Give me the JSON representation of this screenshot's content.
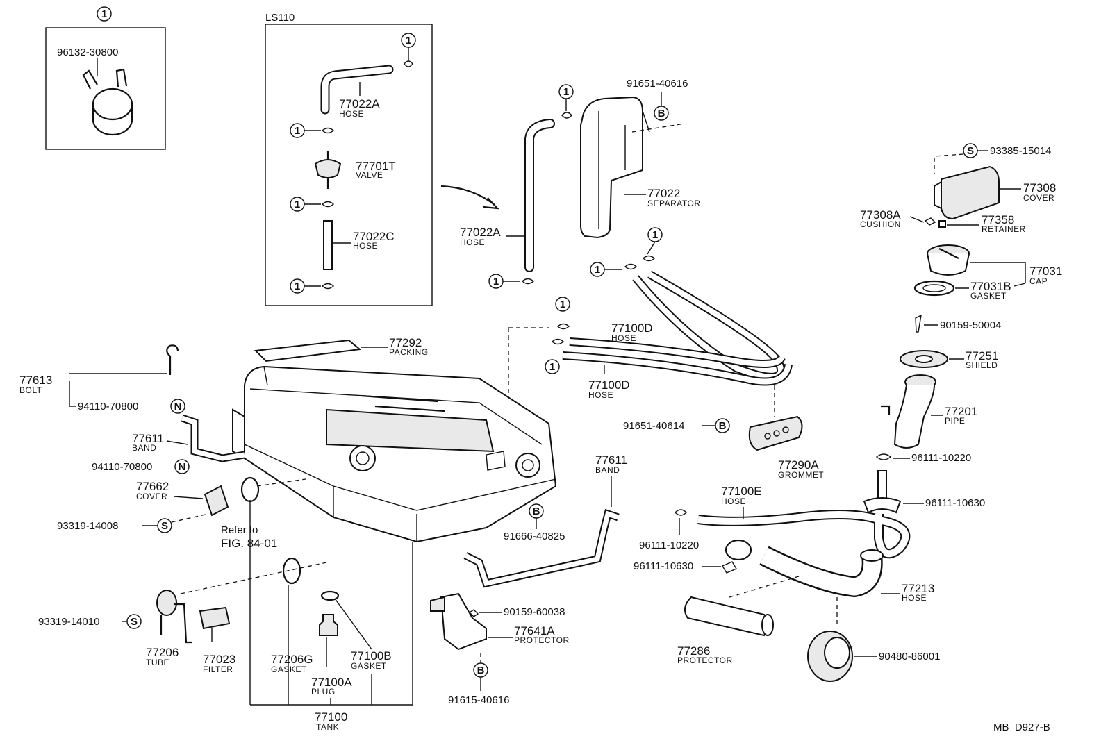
{
  "diagram": {
    "footer_code": "MB  D927-B",
    "inset_clamp": {
      "marker": "1",
      "part_no": "96132-30800"
    },
    "inset_ls110": {
      "title": "LS110",
      "hose_a": {
        "part_no": "77022A",
        "name": "HOSE"
      },
      "valve": {
        "part_no": "77701T",
        "name": "VALVE"
      },
      "hose_c": {
        "part_no": "77022C",
        "name": "HOSE"
      },
      "clamp_marker": "1"
    },
    "callouts": {
      "c91651_40616": "91651-40616",
      "separator": {
        "part_no": "77022",
        "name": "SEPARATOR"
      },
      "hose_77022a": {
        "part_no": "77022A",
        "name": "HOSE"
      },
      "c93385_15014": "93385-15014",
      "cover_77308": {
        "part_no": "77308",
        "name": "COVER"
      },
      "cushion": {
        "part_no": "77308A",
        "name": "CUSHION"
      },
      "retainer": {
        "part_no": "77358",
        "name": "RETAINER"
      },
      "cap": {
        "part_no": "77031",
        "name": "CAP"
      },
      "gasket_77031b": {
        "part_no": "77031B",
        "name": "GASKET"
      },
      "c90159_50004": "90159-50004",
      "shield": {
        "part_no": "77251",
        "name": "SHIELD"
      },
      "pipe": {
        "part_no": "77201",
        "name": "PIPE"
      },
      "c96111_10220_a": "96111-10220",
      "c96111_10630_a": "96111-10630",
      "hose_77100d_top": {
        "part_no": "77100D",
        "name": "HOSE"
      },
      "hose_77100d_bot": {
        "part_no": "77100D",
        "name": "HOSE"
      },
      "c91651_40614": "91651-40614",
      "grommet": {
        "part_no": "77290A",
        "name": "GROMMET"
      },
      "packing": {
        "part_no": "77292",
        "name": "PACKING"
      },
      "bolt": {
        "part_no": "77613",
        "name": "BOLT"
      },
      "c94110_70800_a": "94110-70800",
      "band_left": {
        "part_no": "77611",
        "name": "BAND"
      },
      "c94110_70800_b": "94110-70800",
      "cover_77662": {
        "part_no": "77662",
        "name": "COVER"
      },
      "c93319_14008": "93319-14008",
      "refer_line1": "Refer to",
      "refer_line2": "FIG. 84-01",
      "c91666_40825": "91666-40825",
      "band_right": {
        "part_no": "77611",
        "name": "BAND"
      },
      "hose_77100e": {
        "part_no": "77100E",
        "name": "HOSE"
      },
      "c96111_10220_b": "96111-10220",
      "c96111_10630_b": "96111-10630",
      "hose_77213": {
        "part_no": "77213",
        "name": "HOSE"
      },
      "protector_77286": {
        "part_no": "77286",
        "name": "PROTECTOR"
      },
      "c90480_86001": "90480-86001",
      "c90159_60038": "90159-60038",
      "protector_77641a": {
        "part_no": "77641A",
        "name": "PROTECTOR"
      },
      "c91615_40616": "91615-40616",
      "c93319_14010": "93319-14010",
      "tube": {
        "part_no": "77206",
        "name": "TUBE"
      },
      "filter": {
        "part_no": "77023",
        "name": "FILTER"
      },
      "gasket_77206g": {
        "part_no": "77206G",
        "name": "GASKET"
      },
      "gasket_77100b": {
        "part_no": "77100B",
        "name": "GASKET"
      },
      "plug": {
        "part_no": "77100A",
        "name": "PLUG"
      },
      "tank": {
        "part_no": "77100",
        "name": "TANK"
      }
    },
    "symbols": {
      "one": "1",
      "b": "B",
      "s": "S",
      "n": "N"
    }
  }
}
